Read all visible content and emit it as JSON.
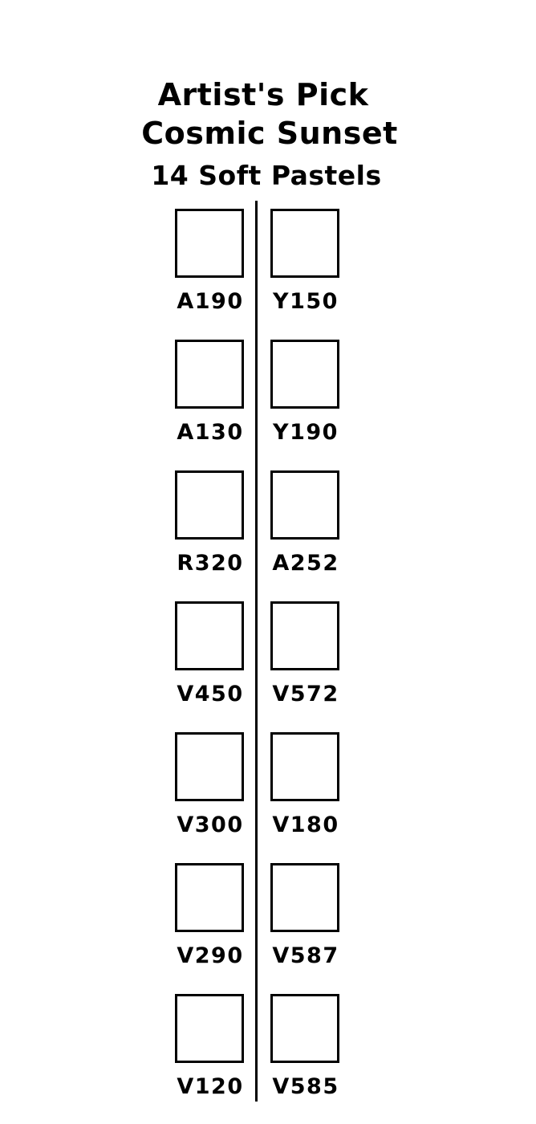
{
  "header": {
    "line1": "Artist's Pick",
    "line2": "Cosmic Sunset",
    "line3": "14 Soft Pastels"
  },
  "swatches": {
    "left": [
      "A190",
      "A130",
      "R320",
      "V450",
      "V300",
      "V290",
      "V120"
    ],
    "right": [
      "Y150",
      "Y190",
      "A252",
      "V572",
      "V180",
      "V587",
      "V585"
    ]
  }
}
